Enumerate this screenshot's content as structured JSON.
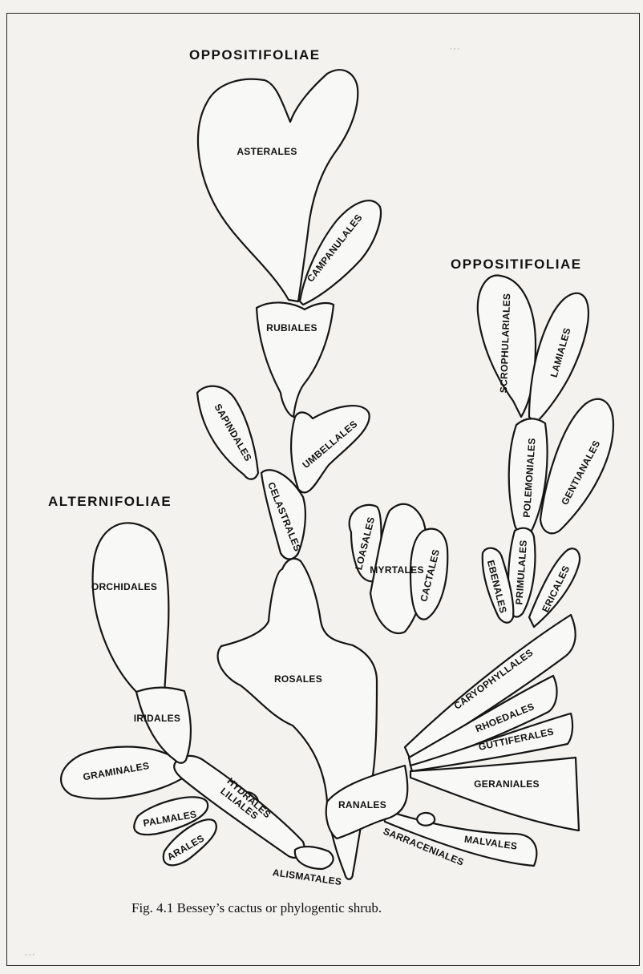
{
  "groups": {
    "oppositifoliae_left": "OPPOSITIFOLIAE",
    "oppositifoliae_right": "OPPOSITIFOLIAE",
    "alternifoliae": "ALTERNIFOLIAE"
  },
  "orders": {
    "asterales": "ASTERALES",
    "campanulales": "CAMPANULALES",
    "rubiales": "RUBIALES",
    "sapindales": "SAPINDALES",
    "umbellales": "UMBELLALES",
    "celastrales": "CELASTRALES",
    "loasales": "LOASALES",
    "cactales": "CACTALES",
    "myrtales": "MYRTALES",
    "rosales": "ROSALES",
    "orchidales": "ORCHIDALES",
    "iridales": "IRIDALES",
    "graminales": "GRAMINALES",
    "hydrales": "HYDRALES",
    "liliales": "LILIALES",
    "palmales": "PALMALES",
    "arales": "ARALES",
    "alismatales": "ALISMATALES",
    "ranales": "RANALES",
    "scrophulariales": "SCROPHULARIALES",
    "lamiales": "LAMIALES",
    "polemoniales": "POLEMONIALES",
    "gentianales": "GENTIANALES",
    "primulales": "PRIMULALES",
    "ebenales": "EBENALES",
    "ericales": "ERICALES",
    "caryophyllales": "CARYOPHYLLALES",
    "rhoedales": "RHOEDALES",
    "guttiferales": "GUTTIFERALES",
    "geraniales": "GERANIALES",
    "malvales": "MALVALES",
    "sarraceniales": "SARRACENIALES"
  },
  "caption": "Fig. 4.1 Bessey’s cactus or phylogentic shrub."
}
